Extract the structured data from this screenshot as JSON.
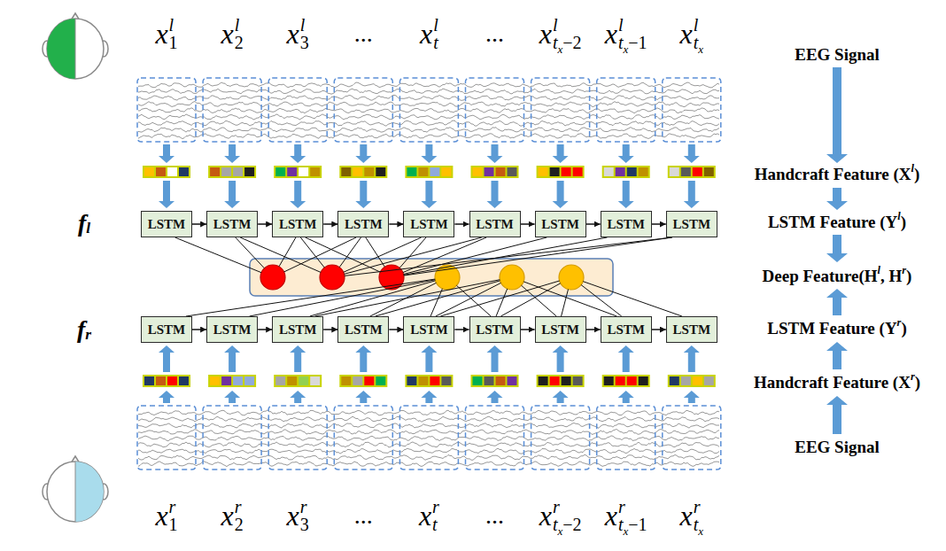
{
  "diagram": {
    "nodes": [
      {
        "text": [
          "LSTM"
        ]
      },
      {
        "text": [
          "LSTM"
        ]
      },
      {
        "text": [
          "LSTM"
        ]
      },
      {
        "text": [
          "LSTM"
        ]
      },
      {
        "text": [
          "LSTM"
        ]
      },
      {
        "text": [
          "LSTM"
        ]
      },
      {
        "text": [
          "LSTM"
        ]
      },
      {
        "text": [
          "LSTM"
        ]
      },
      {
        "text": [
          "LSTM"
        ]
      },
      {
        "text": [
          "LSTM"
        ]
      },
      {
        "text": [
          "LSTM"
        ]
      },
      {
        "text": [
          "LSTM"
        ]
      },
      {
        "text": [
          "LSTM"
        ]
      },
      {
        "text": [
          "LSTM"
        ]
      },
      {
        "text": [
          "LSTM"
        ]
      },
      {
        "text": [
          "LSTM"
        ]
      },
      {
        "text": [
          "LSTM"
        ]
      },
      {
        "text": [
          "LSTM"
        ]
      }
    ],
    "edges": [
      {
        "from": 0,
        "to": 1,
        "arrow": "to"
      },
      {
        "from": 1,
        "to": 2,
        "arrow": "to"
      },
      {
        "from": 2,
        "to": 3,
        "arrow": "to"
      },
      {
        "from": 3,
        "to": 4,
        "arrow": "to"
      },
      {
        "from": 4,
        "to": 5,
        "arrow": "to"
      },
      {
        "from": 5,
        "to": 6,
        "arrow": "to"
      },
      {
        "from": 6,
        "to": 7,
        "arrow": "to"
      },
      {
        "from": 7,
        "to": 8,
        "arrow": "to"
      },
      {
        "from": 9,
        "to": 10,
        "arrow": "to"
      },
      {
        "from": 10,
        "to": 11,
        "arrow": "to"
      },
      {
        "from": 11,
        "to": 12,
        "arrow": "to"
      },
      {
        "from": 12,
        "to": 13,
        "arrow": "to"
      },
      {
        "from": 13,
        "to": 14,
        "arrow": "to"
      },
      {
        "from": 14,
        "to": 15,
        "arrow": "to"
      },
      {
        "from": 15,
        "to": 16,
        "arrow": "to"
      },
      {
        "from": 16,
        "to": 17,
        "arrow": "to"
      }
    ],
    "labels": [
      "x",
      "l",
      "1",
      "x",
      "l",
      "2",
      "x",
      "l",
      "3",
      "...",
      "x",
      "l",
      "t",
      "...",
      "x",
      "l",
      "t",
      "x",
      "−2",
      "x",
      "l",
      "t",
      "x",
      "−1",
      "x",
      "l",
      "t",
      "x",
      "EEG Signal",
      "Handcraft Feature (X",
      "l",
      ")",
      "f",
      "l",
      "LSTM Feature (Y",
      "l",
      ")",
      "Deep Feature(H",
      "l",
      ", H",
      "r",
      ")",
      "f",
      "r",
      "LSTM Feature (Y",
      "r",
      ")",
      "Handcraft Feature (X",
      "r",
      ")",
      "EEG Signal",
      "x",
      "r",
      "1",
      "x",
      "r",
      "2",
      "x",
      "r",
      "3",
      "...",
      "x",
      "r",
      "t",
      "...",
      "x",
      "r",
      "t",
      "x",
      "−2",
      "x",
      "r",
      "t",
      "x",
      "−1",
      "x",
      "r",
      "t",
      "x"
    ]
  }
}
